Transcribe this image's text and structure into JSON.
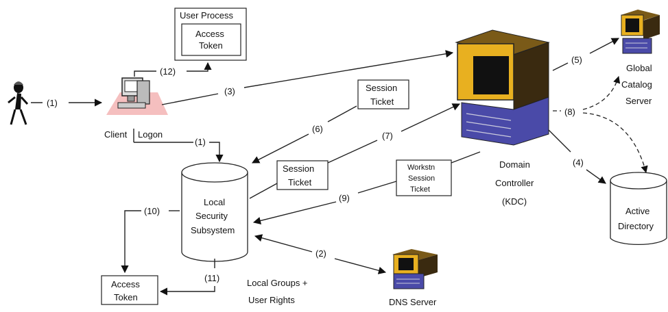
{
  "user_process": {
    "title": "User Process",
    "token_line1": "Access",
    "token_line2": "Token"
  },
  "client": {
    "label": "Client",
    "logon": "Logon"
  },
  "lss": {
    "line1": "Local",
    "line2": "Security",
    "line3": "Subsystem"
  },
  "access_token": {
    "line1": "Access",
    "line2": "Token"
  },
  "local_groups": {
    "line1": "Local Groups +",
    "line2": "User Rights"
  },
  "dns": {
    "label": "DNS Server"
  },
  "dc": {
    "line1": "Domain",
    "line2": "Controller",
    "line3": "(KDC)"
  },
  "gc": {
    "line1": "Global",
    "line2": "Catalog",
    "line3": "Server"
  },
  "ad": {
    "line1": "Active",
    "line2": "Directory"
  },
  "session_ticket_top": {
    "line1": "Session",
    "line2": "Ticket"
  },
  "session_ticket_mid": {
    "line1": "Session",
    "line2": "Ticket"
  },
  "workstn_ticket": {
    "line1": "Workstn",
    "line2": "Session",
    "line3": "Ticket"
  },
  "steps": {
    "s1": "(1)",
    "s1b": "(1)",
    "s2": "(2)",
    "s3": "(3)",
    "s4": "(4)",
    "s5": "(5)",
    "s6": "(6)",
    "s7": "(7)",
    "s8": "(8)",
    "s9": "(9)",
    "s10": "(10)",
    "s11": "(11)",
    "s12": "(12)"
  },
  "colors": {
    "server_yellow": "#e8b020",
    "server_dark": "#3a2a10",
    "server_blue": "#4a4aa8",
    "client_pink": "#f4b8b8"
  },
  "icons": [
    "person-icon",
    "client-computer-icon",
    "server-icon"
  ]
}
